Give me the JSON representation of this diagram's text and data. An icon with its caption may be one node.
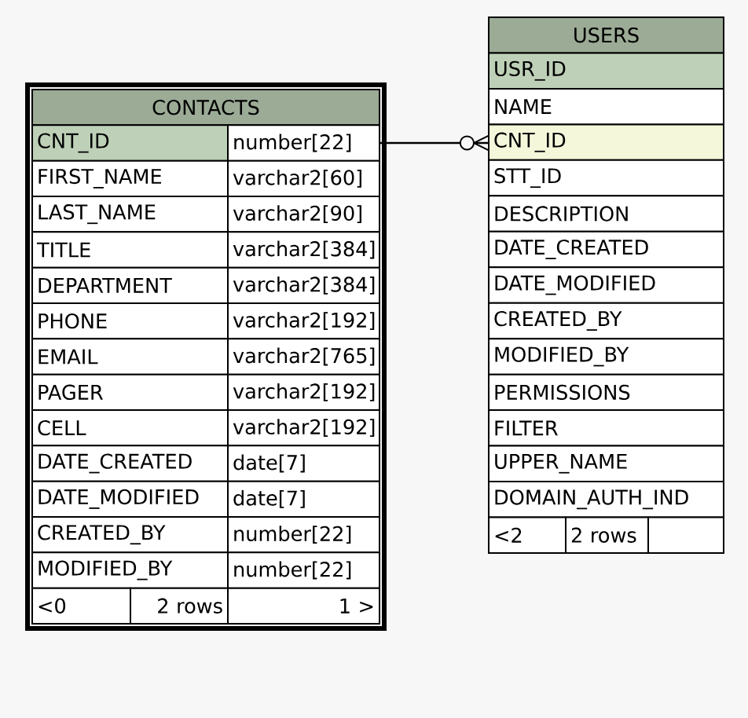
{
  "diagram": {
    "nodes": [
      {
        "text": [
          "CONTACTS"
        ]
      },
      {
        "text": [
          "CNT_ID",
          "number[22]"
        ],
        "in": 0
      },
      {
        "text": [
          "FIRST_NAME",
          "varchar2[60]"
        ],
        "in": 0
      },
      {
        "text": [
          "LAST_NAME",
          "varchar2[90]"
        ],
        "in": 0
      },
      {
        "text": [
          "TITLE",
          "varchar2[384]"
        ],
        "in": 0
      },
      {
        "text": [
          "DEPARTMENT",
          "varchar2[384]"
        ],
        "in": 0
      },
      {
        "text": [
          "PHONE",
          "varchar2[192]"
        ],
        "in": 0
      },
      {
        "text": [
          "EMAIL",
          "varchar2[765]"
        ],
        "in": 0
      },
      {
        "text": [
          "PAGER",
          "varchar2[192]"
        ],
        "in": 0
      },
      {
        "text": [
          "CELL",
          "varchar2[192]"
        ],
        "in": 0
      },
      {
        "text": [
          "DATE_CREATED",
          "date[7]"
        ],
        "in": 0
      },
      {
        "text": [
          "DATE_MODIFIED",
          "date[7]"
        ],
        "in": 0
      },
      {
        "text": [
          "CREATED_BY",
          "number[22]"
        ],
        "in": 0
      },
      {
        "text": [
          "MODIFIED_BY",
          "number[22]"
        ],
        "in": 0
      },
      {
        "text": [
          "<0",
          "2 rows",
          "1 >"
        ],
        "in": 0
      },
      {
        "text": [
          "USERS"
        ]
      },
      {
        "text": [
          "USR_ID"
        ],
        "in": 15
      },
      {
        "text": [
          "NAME"
        ],
        "in": 15
      },
      {
        "text": [
          "CNT_ID"
        ],
        "in": 15
      },
      {
        "text": [
          "STT_ID"
        ],
        "in": 15
      },
      {
        "text": [
          "DESCRIPTION"
        ],
        "in": 15
      },
      {
        "text": [
          "DATE_CREATED"
        ],
        "in": 15
      },
      {
        "text": [
          "DATE_MODIFIED"
        ],
        "in": 15
      },
      {
        "text": [
          "CREATED_BY"
        ],
        "in": 15
      },
      {
        "text": [
          "MODIFIED_BY"
        ],
        "in": 15
      },
      {
        "text": [
          "PERMISSIONS"
        ],
        "in": 15
      },
      {
        "text": [
          "FILTER"
        ],
        "in": 15
      },
      {
        "text": [
          "UPPER_NAME"
        ],
        "in": 15
      },
      {
        "text": [
          "DOMAIN_AUTH_IND"
        ],
        "in": 15
      },
      {
        "text": [
          "<2",
          "2 rows"
        ],
        "in": 15
      }
    ],
    "edges": [
      {
        "from": 1,
        "to": 18,
        "arrow": "other"
      }
    ]
  }
}
